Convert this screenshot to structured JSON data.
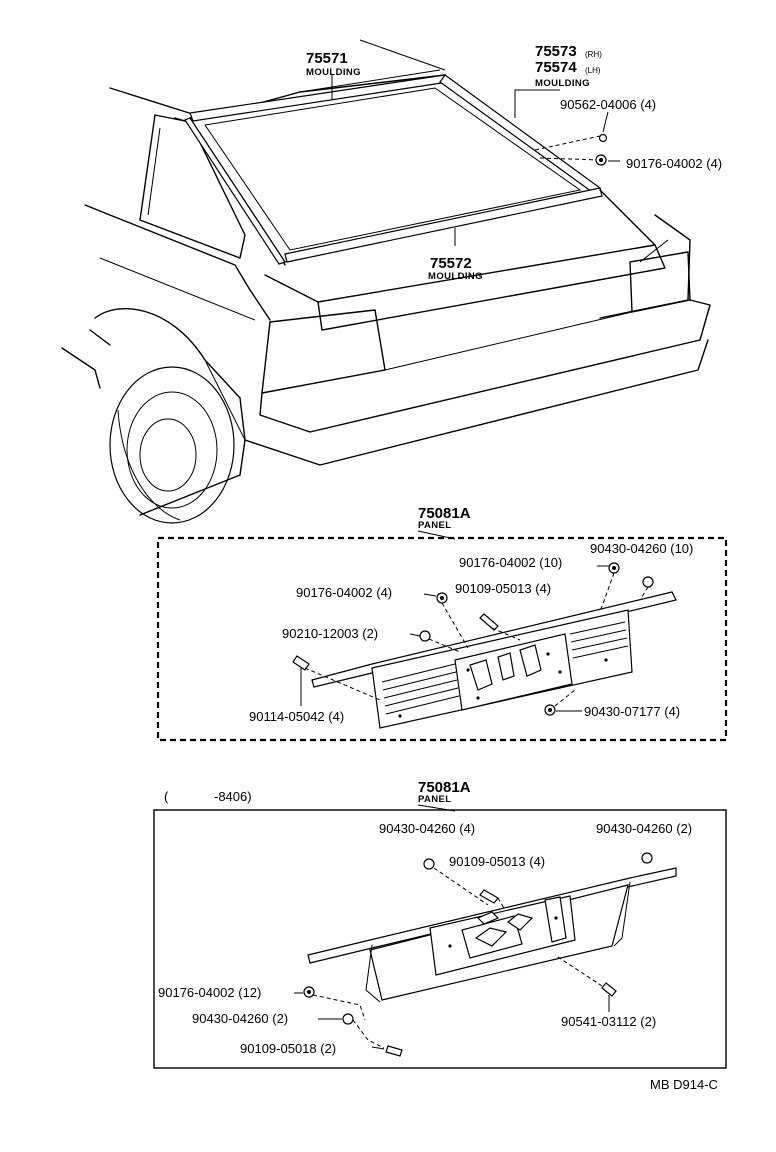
{
  "labels": {
    "moulding_75571": "75571",
    "moulding_75571_name": "MOULDING",
    "moulding_75573": "75573",
    "moulding_75573_side": "(RH)",
    "moulding_75574": "75574",
    "moulding_75574_side": "(LH)",
    "moulding_75573_name": "MOULDING",
    "clip_90562": "90562-04006 (4)",
    "nut_90176_top": "90176-04002 (4)",
    "moulding_75572": "75572",
    "moulding_75572_name": "MOULDING"
  },
  "panel_a": {
    "part_no": "75081A",
    "name": "PANEL",
    "nut_90176_10": "90176-04002 (10)",
    "clip_90430_10": "90430-04260 (10)",
    "nut_90176_4": "90176-04002 (4)",
    "screw_90109_4": "90109-05013 (4)",
    "washer_90210": "90210-12003 (2)",
    "bolt_90114": "90114-05042 (4)",
    "clip_90430_07177": "90430-07177 (4)"
  },
  "panel_b": {
    "date_range_open": "(",
    "date_range_close": "-8406)",
    "part_no": "75081A",
    "name": "PANEL",
    "clip_90430_4": "90430-04260 (4)",
    "clip_90430_2_right": "90430-04260 (2)",
    "screw_90109_4": "90109-05013 (4)",
    "nut_90176_12": "90176-04002 (12)",
    "clip_90430_2_left": "90430-04260 (2)",
    "screw_90109_05018": "90109-05018 (2)",
    "bolt_90541": "90541-03112 (2)"
  },
  "footer": {
    "drawing_code": "MB D914-C"
  }
}
